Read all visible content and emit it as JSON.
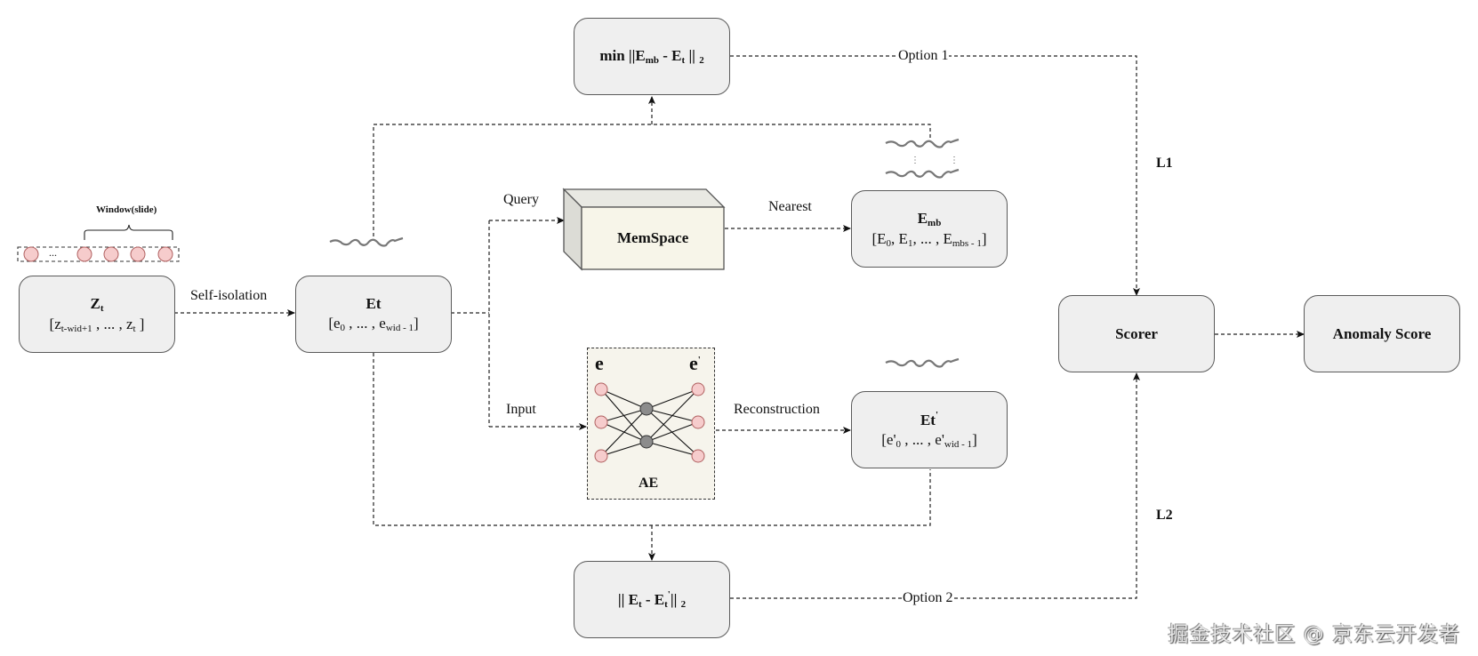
{
  "window_label": "Window(slide)",
  "window_ellipsis": "...",
  "nodes": {
    "zt": {
      "title": "Z",
      "title_sub": "t",
      "seq_open": "[z",
      "seq_sub1": "t-wid+1",
      "seq_mid": " , ... , z",
      "seq_sub2": "t",
      "seq_close": " ]"
    },
    "et": {
      "title": "Et",
      "seq_open": "[e",
      "seq_sub1": "0",
      "seq_mid": " , ... , e",
      "seq_sub2": "wid - 1",
      "seq_close": "]"
    },
    "min_dist": {
      "prefix": "min ||E",
      "sub1": "mb",
      "mid": " - E",
      "sub2": "t",
      "suffix": " || ",
      "sub3": "2"
    },
    "memspace": {
      "title": "MemSpace"
    },
    "emb": {
      "title": "E",
      "title_sub": "mb",
      "seq_open": "[E",
      "s0": "0",
      "c1": ",  E",
      "s1": "1",
      "c2": ",   ... ,   E",
      "s2": "mbs - 1",
      "seq_close": "]"
    },
    "ae": {
      "title": "AE",
      "input_label": "e",
      "output_label": "e",
      "output_prime": "'"
    },
    "et_prime": {
      "title": "Et",
      "title_prime": "'",
      "seq_open": "[e'",
      "seq_sub1": "0",
      "seq_mid": " , ... , e'",
      "seq_sub2": "wid - 1",
      "seq_close": "]"
    },
    "rec_dist": {
      "prefix": "|| E",
      "sub1": "t",
      "mid": " - E",
      "sub2": "t",
      "prime": "'",
      "suffix": "|| ",
      "sub3": "2"
    },
    "scorer": {
      "title": "Scorer"
    },
    "anomaly": {
      "title": "Anomaly Score"
    }
  },
  "edges": {
    "self_isolation": "Self-isolation",
    "query": "Query",
    "nearest": "Nearest",
    "input": "Input",
    "reconstruction": "Reconstruction",
    "option1": "Option 1",
    "option2": "Option 2",
    "l1": "L1",
    "l2": "L2"
  },
  "colors": {
    "node_fill": "#efefef",
    "node_stroke": "#5a5a5a",
    "circle_fill": "#f6cccc",
    "circle_stroke": "#b06060",
    "hidden_fill": "#8c8c8c",
    "memspace_fill": "#f7f5e9"
  },
  "watermark": "掘金技术社区 @ 京东云开发者"
}
